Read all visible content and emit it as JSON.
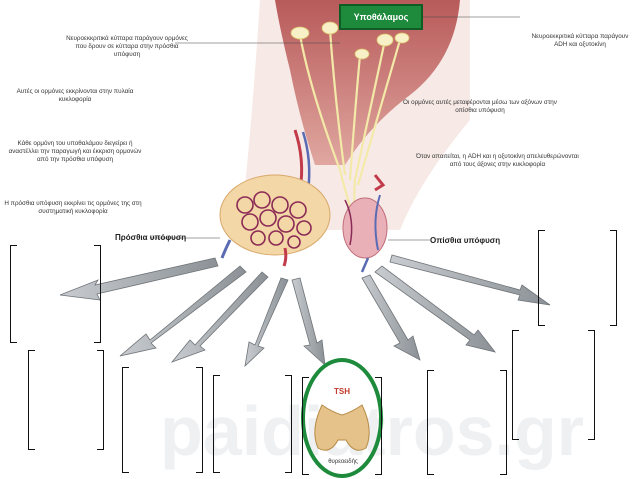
{
  "title": "Υποθάλαμος",
  "labels": {
    "left1": "Νευροεκκριτικά κύτταρα παράγουν ορμόνες που δρουν σε κύτταρα στην πρόσθια υπόφυση",
    "left2": "Αυτές οι ορμόνες εκκρίνονται στην πυλαία κυκλοφορία",
    "left3": "Κάθε ορμόνη του υποθαλάμου διεγείρει ή αναστέλλει την παραγωγή και έκκριση ορμονών από την πρόσθια υπόφυση",
    "left4": "Η πρόσθια υπόφυση εκκρίνει τις ορμόνες της στη συστηματική κυκλοφορία",
    "right1": "Νευροεκκριτικά κύτταρα παράγουν ADH και οξυτοκίνη",
    "right2": "Οι ορμόνες αυτές μεταφέρονται μέσω των αξόνων στην οπίσθια υπόφυση",
    "right3": "Όταν απαιτείται, η ADH και η οξυτοκίνη απελευθερώνονται από τους άξονες στην κυκλοφορία"
  },
  "anterior": "Πρόσθια υπόφυση",
  "posterior": "Οπίσθια υπόφυση",
  "tsh": "TSH",
  "thyroid": "θυρεοειδής",
  "watermark": "paidiatros.gr",
  "colors": {
    "green": "#1e8a3c",
    "tsh": "#c0392b",
    "arrow": "#9aa0a6"
  }
}
